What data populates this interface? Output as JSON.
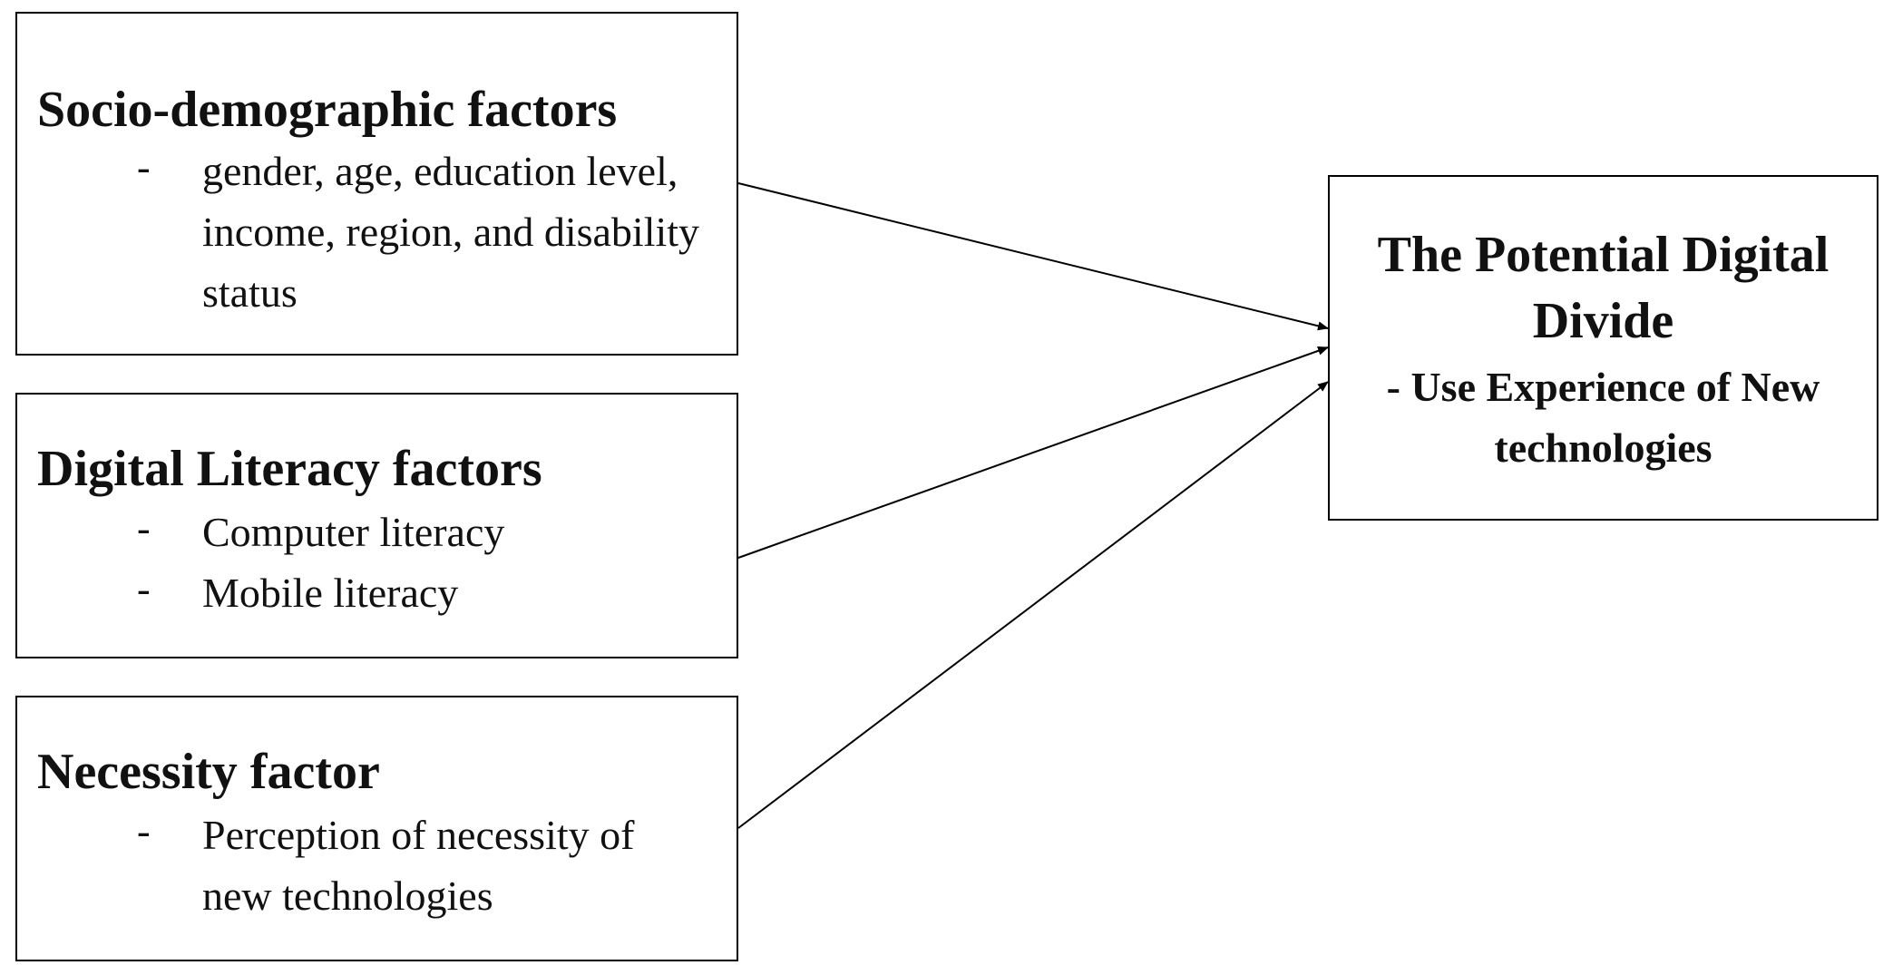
{
  "factors": [
    {
      "title": "Socio-demographic factors",
      "bullets": [
        "gender, age, education level, income, region, and disability status"
      ]
    },
    {
      "title": "Digital Literacy factors",
      "bullets": [
        "Computer literacy",
        "Mobile literacy"
      ]
    },
    {
      "title": "Necessity factor",
      "bullets": [
        "Perception of necessity of new technologies"
      ]
    }
  ],
  "bullet_marker": "-",
  "outcome": {
    "title": "The Potential Digital Divide",
    "subtitle": "- Use Experience of New technologies"
  }
}
